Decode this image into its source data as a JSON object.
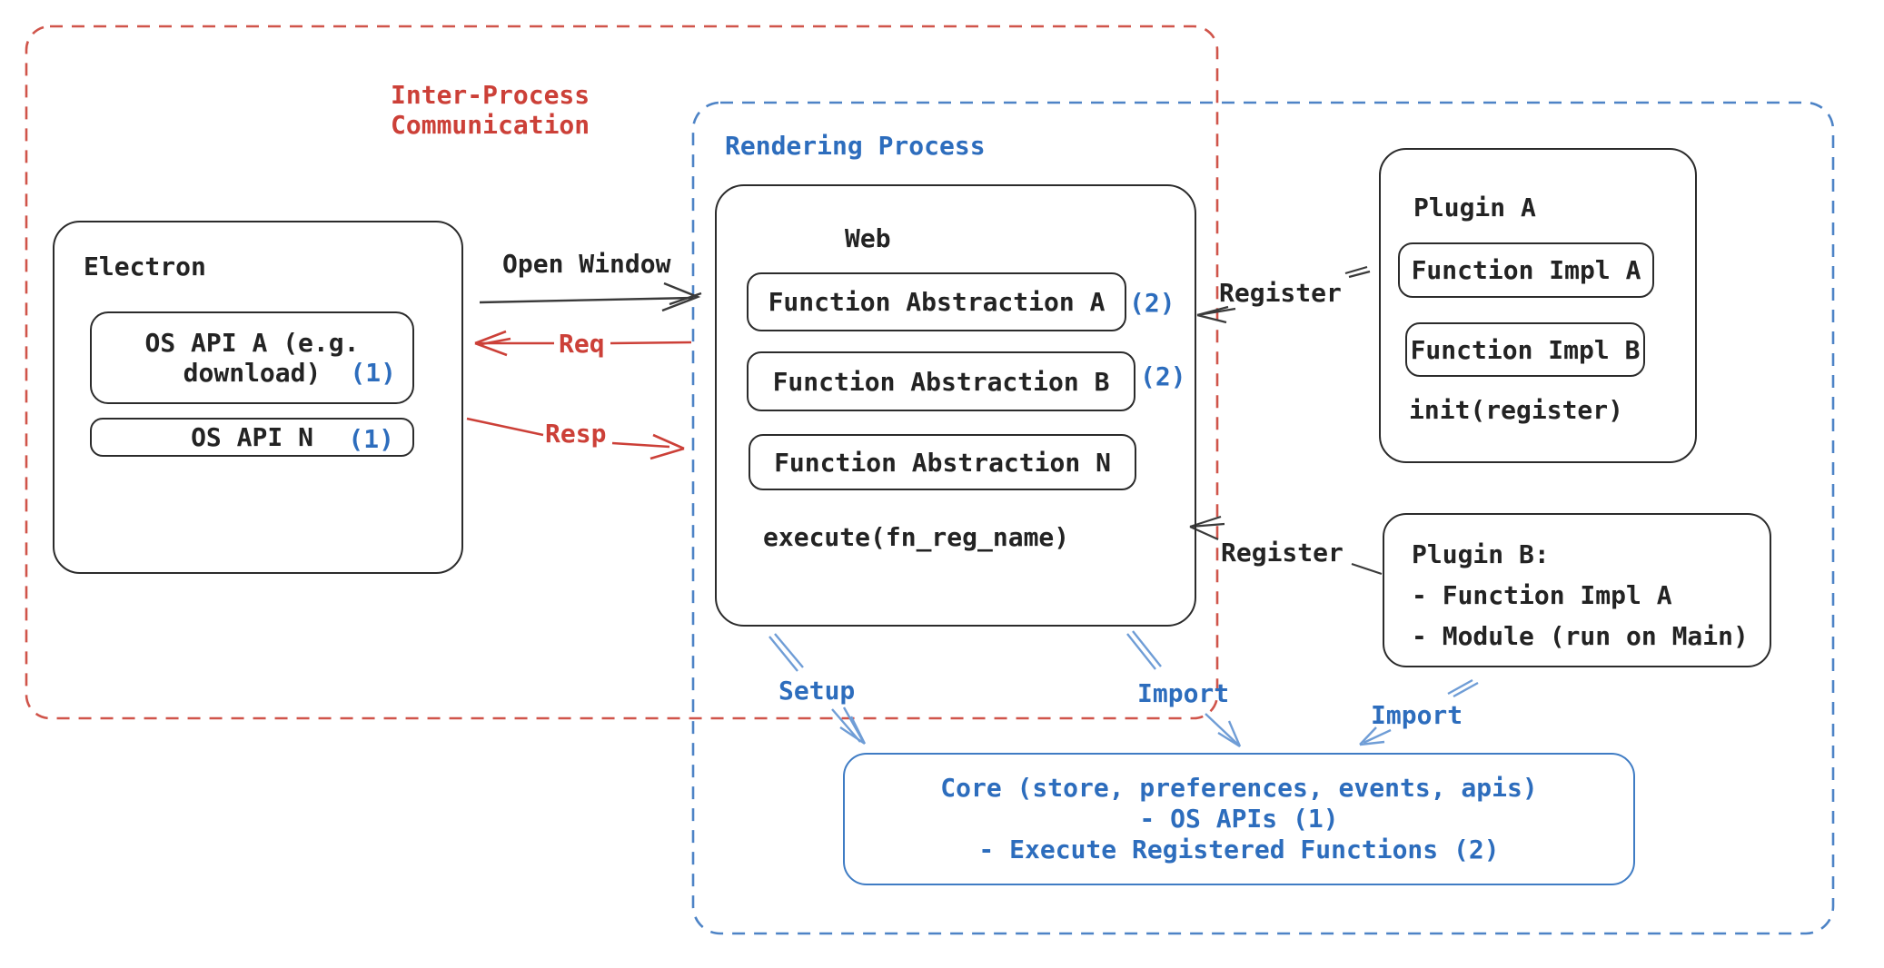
{
  "groups": {
    "ipc_label": "Inter-Process\nCommunication",
    "rendering_label": "Rendering Process"
  },
  "electron": {
    "title": "Electron",
    "os_api_a": {
      "line1": "OS API A (e.g.",
      "line2": "download)",
      "num": "(1)"
    },
    "os_api_n": {
      "label": "OS API N",
      "num": "(1)"
    }
  },
  "web": {
    "title": "Web",
    "abstractions": [
      {
        "label": "Function Abstraction A",
        "num": "(2)"
      },
      {
        "label": "Function Abstraction B",
        "num": "(2)"
      },
      {
        "label": "Function Abstraction N",
        "num": ""
      }
    ],
    "execute": "execute(fn_reg_name)"
  },
  "plugin_a": {
    "title": "Plugin A",
    "impl_a": "Function Impl A",
    "impl_b": "Function Impl B",
    "init": "init(register)"
  },
  "plugin_b": {
    "lines": [
      "Plugin B:",
      "- Function Impl A",
      "- Module (run on Main)"
    ]
  },
  "core": {
    "lines": [
      "Core (store, preferences, events, apis)",
      "- OS APIs (1)",
      "- Execute Registered Functions (2)"
    ]
  },
  "arrows": {
    "open_window": "Open Window",
    "req": "Req",
    "resp": "Resp",
    "register_1": "Register",
    "register_2": "Register",
    "setup": "Setup",
    "import_1": "Import",
    "import_2": "Import"
  },
  "colors": {
    "ipc_red": "#cf4a41",
    "blue_dash": "#4d83c6",
    "blue_text": "#2d6dbd",
    "blue_arrow": "#6f9dd6",
    "stroke_black": "#3a3a3a",
    "core_border": "#3f7cc4"
  }
}
